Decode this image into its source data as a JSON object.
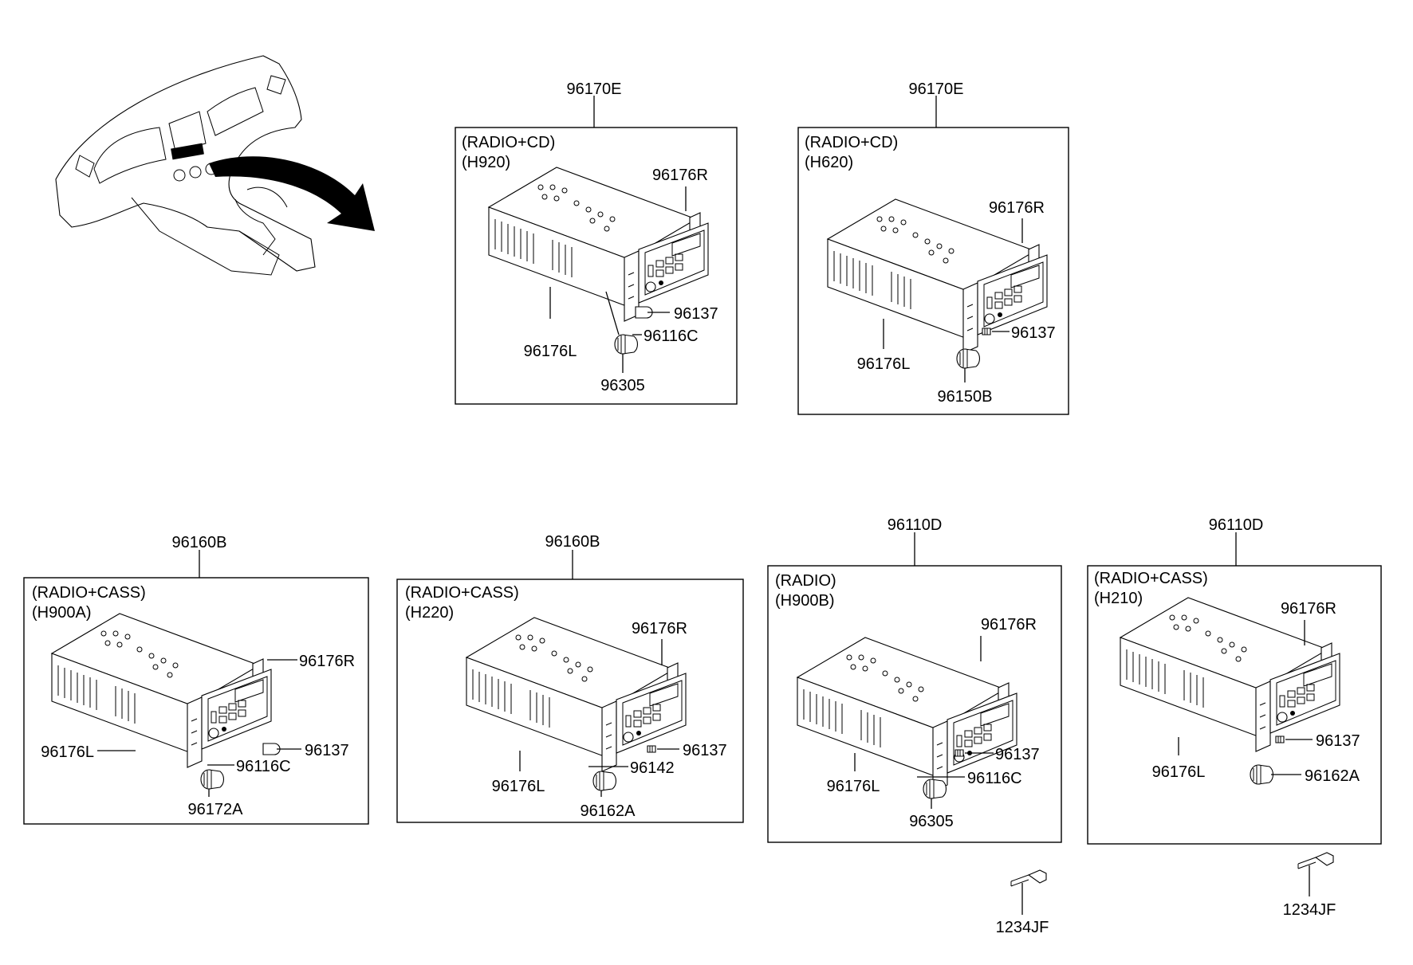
{
  "panels": [
    {
      "part_number": "96170E",
      "title": "(RADIO+CD)",
      "model": "(H920)",
      "callouts": {
        "r": "96176R",
        "l": "96176L",
        "bulb": "96137",
        "knob_a": "96116C",
        "knob_b": "96305"
      }
    },
    {
      "part_number": "96170E",
      "title": "(RADIO+CD)",
      "model": "(H620)",
      "callouts": {
        "r": "96176R",
        "l": "96176L",
        "bulb": "96137",
        "knob_b": "96150B"
      }
    },
    {
      "part_number": "96160B",
      "title": "(RADIO+CASS)",
      "model": "(H900A)",
      "callouts": {
        "r": "96176R",
        "l": "96176L",
        "bulb": "96137",
        "knob_a": "96116C",
        "knob_b": "96172A"
      }
    },
    {
      "part_number": "96160B",
      "title": "(RADIO+CASS)",
      "model": "(H220)",
      "callouts": {
        "r": "96176R",
        "l": "96176L",
        "bulb": "96137",
        "knob_a": "96142",
        "knob_b": "96162A"
      }
    },
    {
      "part_number": "96110D",
      "title": "(RADIO)",
      "model": "(H900B)",
      "callouts": {
        "r": "96176R",
        "l": "96176L",
        "bulb": "96137",
        "knob_a": "96116C",
        "knob_b": "96305"
      }
    },
    {
      "part_number": "96110D",
      "title": "(RADIO+CASS)",
      "model": "(H210)",
      "callouts": {
        "r": "96176R",
        "l": "96176L",
        "bulb": "96137",
        "knob_b": "96162A"
      }
    }
  ],
  "screws": [
    {
      "label": "1234JF"
    },
    {
      "label": "1234JF"
    }
  ]
}
